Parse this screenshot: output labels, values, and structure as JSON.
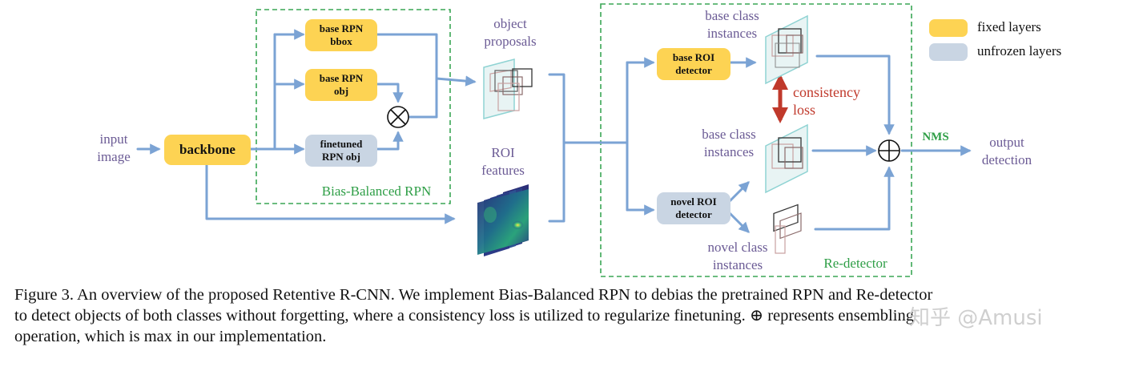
{
  "diagram": {
    "labels": {
      "input": "input\nimage",
      "object_proposals": "object\nproposals",
      "roi_features": "ROI\nfeatures",
      "base_instances_top": "base class\ninstances",
      "base_instances_mid": "base class\ninstances",
      "novel_instances": "novel class\ninstances",
      "consistency_loss": "consistency\nloss",
      "nms": "NMS",
      "output": "output\ndetection",
      "bias_balanced_rpn": "Bias-Balanced RPN",
      "re_detector": "Re-detector"
    },
    "boxes": {
      "backbone": "backbone",
      "base_rpn_bbox": "base RPN\nbbox",
      "base_rpn_obj": "base RPN\nobj",
      "finetuned_rpn_obj": "finetuned\nRPN obj",
      "base_roi_detector": "base ROI\ndetector",
      "novel_roi_detector": "novel ROI\ndetector"
    },
    "legend": {
      "fixed": "fixed layers",
      "unfrozen": "unfrozen layers"
    },
    "colors": {
      "fixed": "#fdd353",
      "unfrozen": "#c9d5e3",
      "arrow": "#7ba3d4",
      "dashed_box": "#3aa655",
      "consistency": "#c0392b",
      "label_purple": "#6b5b95"
    }
  },
  "caption": {
    "line1": "Figure 3. An overview of the proposed Retentive R-CNN. We implement Bias-Balanced RPN to debias the pretrained RPN and Re-detector",
    "line2": "to detect objects of both classes without forgetting, where a consistency loss is utilized to regularize finetuning. ⊕ represents ensembling",
    "line3": "operation, which is max in our implementation."
  },
  "watermark": "知乎 @Amusi"
}
